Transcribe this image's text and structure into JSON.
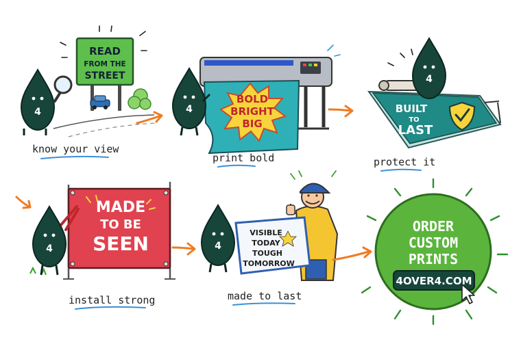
{
  "steps": [
    {
      "sign_line1": "READ",
      "sign_line2": "FROM THE",
      "sign_line3": "STREET",
      "drop_number": "4",
      "caption": "know your view"
    },
    {
      "print_line1": "BOLD",
      "print_line2": "BRIGHT",
      "print_line3": "BIG",
      "drop_number": "4",
      "caption": "print bold"
    },
    {
      "sheet_line1": "BUILT",
      "sheet_line2": "TO",
      "sheet_line3": "LAST",
      "drop_number": "4",
      "caption": "protect it"
    },
    {
      "banner_line1": "MADE",
      "banner_line2": "TO BE",
      "banner_line3": "SEEN",
      "drop_number": "4",
      "caption": "install strong"
    },
    {
      "card_line1": "VISIBLE",
      "card_line2": "TODAY",
      "card_line3": "TOUGH",
      "card_line4": "TOMORROW",
      "drop_number": "4",
      "caption": "made to last"
    }
  ],
  "cta": {
    "line1": "ORDER",
    "line2": "CUSTOM",
    "line3": "PRINTS",
    "url": "4OVER4.COM"
  },
  "colors": {
    "drop": "#17453a",
    "green": "#5bb53d",
    "orange": "#ef7b22",
    "red": "#e0424f",
    "teal": "#1f8a86",
    "yellow": "#f7d43c",
    "blue_underline": "#3a8fd8"
  }
}
